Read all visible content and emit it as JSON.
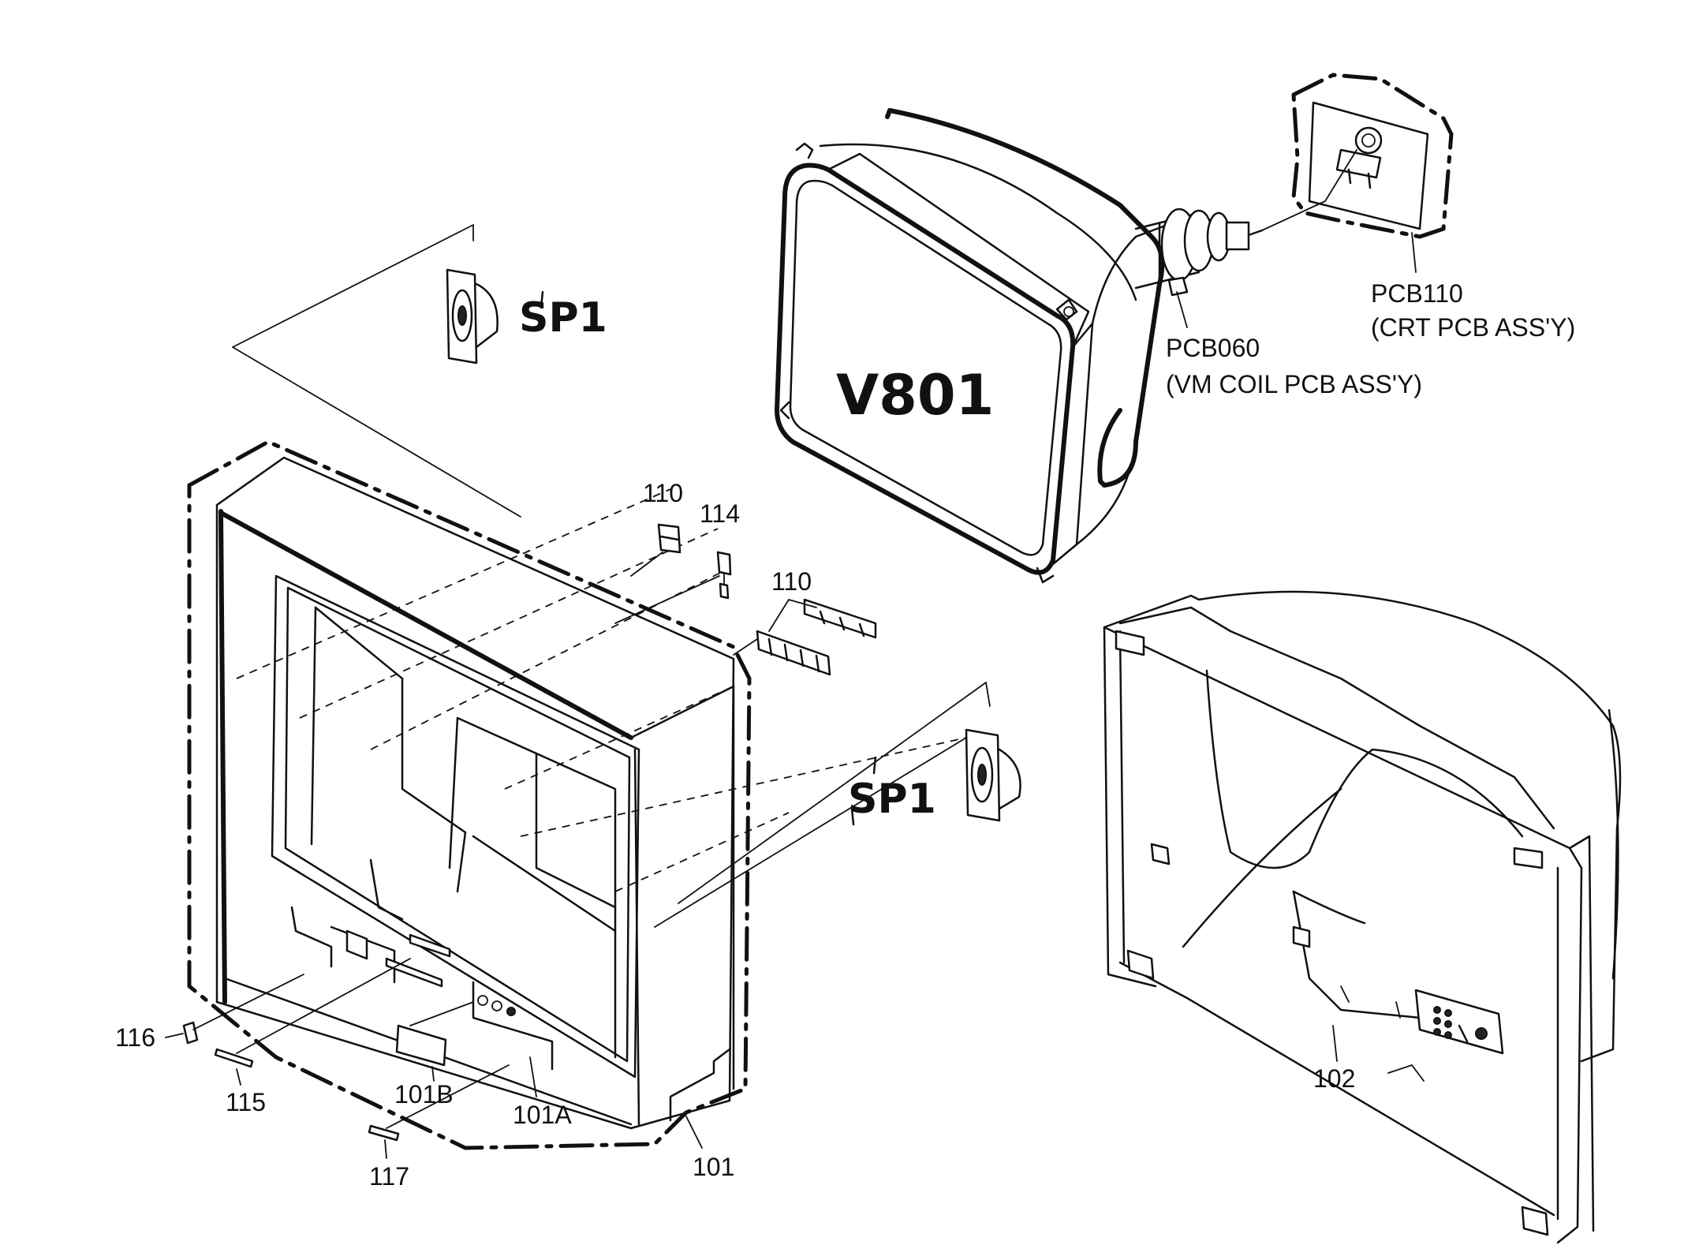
{
  "labels": {
    "pcb110": "PCB110",
    "pcb110_desc": "(CRT PCB ASS'Y)",
    "pcb060": "PCB060",
    "pcb060_desc": "(VM COIL PCB ASS'Y)",
    "v801": "V801",
    "sp1_top": "SP1",
    "sp1_bottom": "SP1",
    "p110_a": "110",
    "p114": "114",
    "p110_b": "110",
    "p116": "116",
    "p115": "115",
    "p101b": "101B",
    "p101a": "101A",
    "p117": "117",
    "p101": "101",
    "p102": "102"
  }
}
